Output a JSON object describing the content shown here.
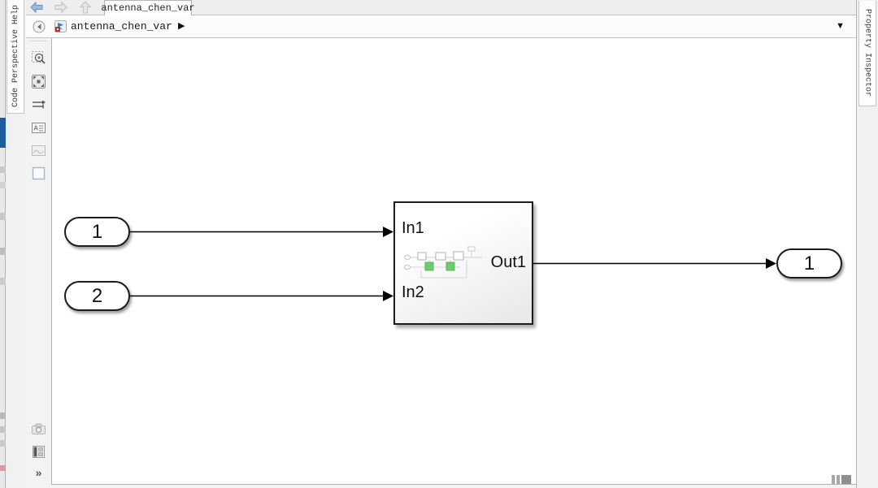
{
  "window": {
    "doc_tab": "antenna_chen_var"
  },
  "breadcrumb": {
    "model": "antenna_chen_var",
    "caret": "▶",
    "dropdown": "▼"
  },
  "side_tabs": {
    "left": "Code Perspective Help",
    "right": "Property Inspector"
  },
  "palette": {
    "icons": [
      "zoom",
      "fit-to-view",
      "signal-arrows",
      "annotation",
      "image",
      "area-box",
      "screenshot",
      "model-browser"
    ],
    "expand": "»"
  },
  "diagram": {
    "inport1": "1",
    "inport2": "2",
    "outport1": "1",
    "subsystem": {
      "in1": "In1",
      "in2": "In2",
      "out1": "Out1"
    }
  },
  "colors": {
    "back_arrow_blue": "#9dbde0",
    "chrome_grey": "#f0f0f0",
    "canvas_white": "#ffffff",
    "thumbnail_green": "#6dcc6d"
  }
}
